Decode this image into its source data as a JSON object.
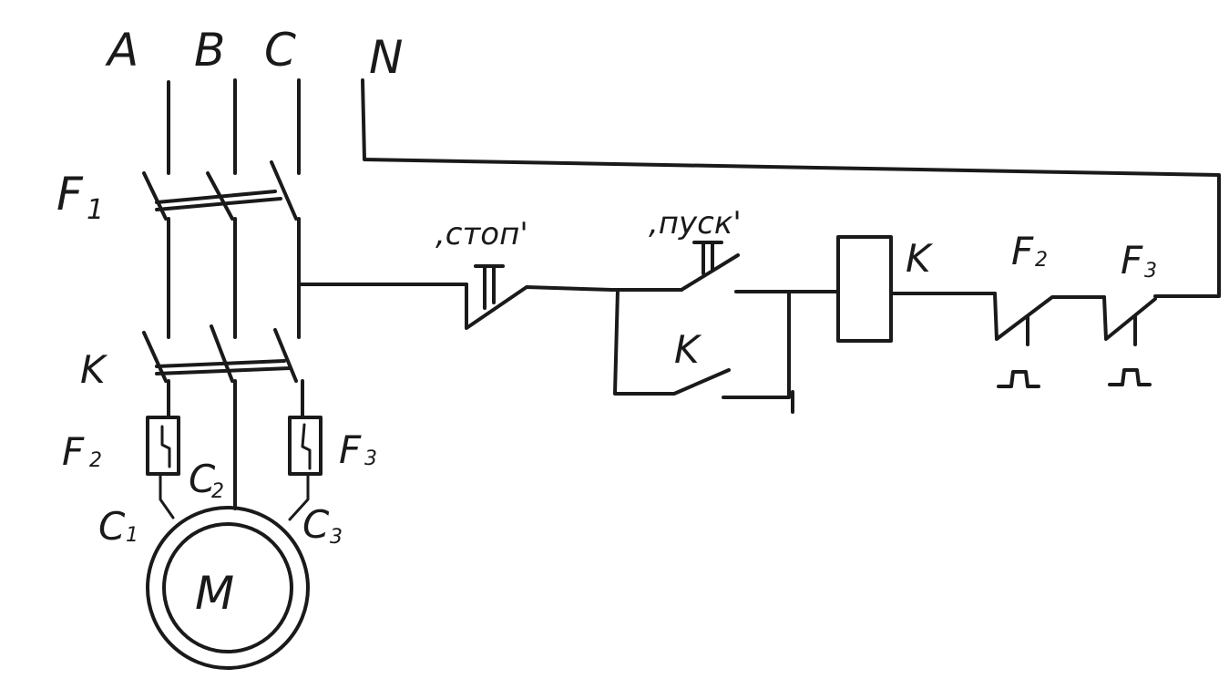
{
  "phases": {
    "a": "A",
    "b": "B",
    "c": "C",
    "n": "N"
  },
  "breaker": {
    "label": "F",
    "index": "1"
  },
  "contactor": {
    "main_label": "K",
    "coil_label": "K",
    "hold_label": "K"
  },
  "thermal_left": {
    "label": "F",
    "index": "2"
  },
  "thermal_right": {
    "label": "F",
    "index": "3"
  },
  "motor": {
    "label": "M",
    "terminals": [
      {
        "label": "C",
        "index": "1"
      },
      {
        "label": "C",
        "index": "2"
      },
      {
        "label": "C",
        "index": "3"
      }
    ]
  },
  "buttons": {
    "stop": ",стоп'",
    "start": ",пуск'"
  },
  "relay_contacts": [
    {
      "label": "F",
      "index": "2"
    },
    {
      "label": "F",
      "index": "3"
    }
  ]
}
